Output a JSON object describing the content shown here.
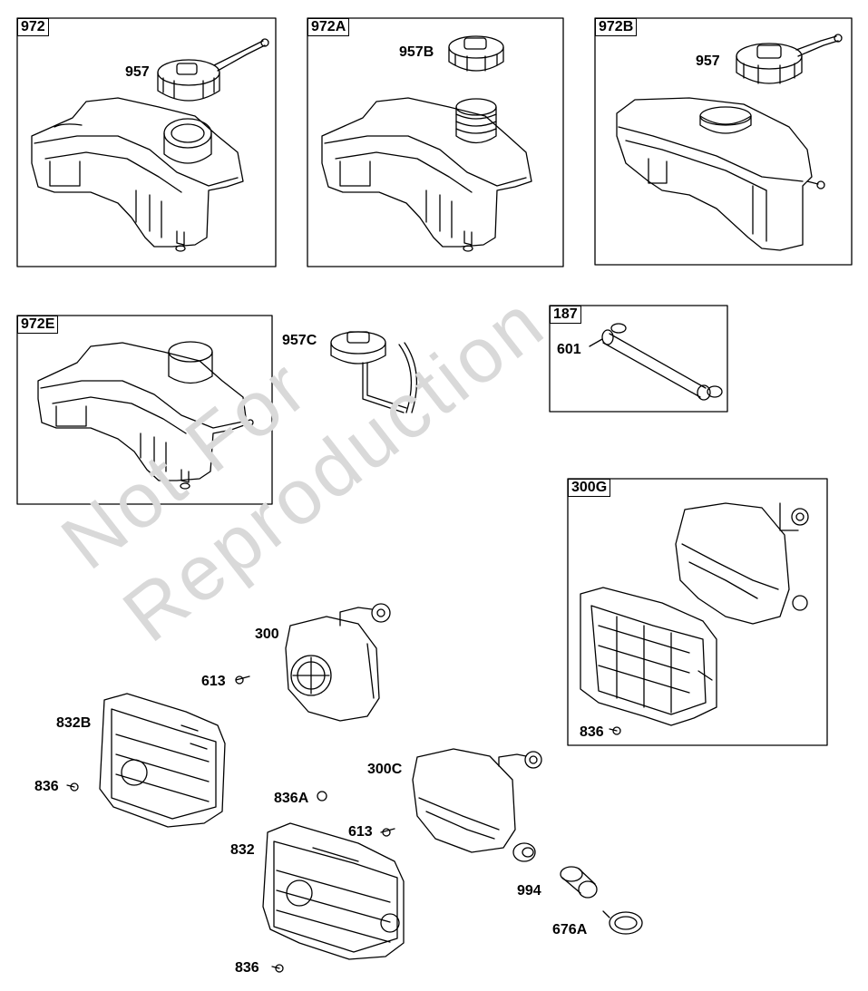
{
  "watermark": [
    "Not For",
    "Reproduction"
  ],
  "box_tags": [
    "972",
    "972A",
    "972B",
    "972E",
    "187",
    "300G"
  ],
  "part_labels": {
    "p957_a": "957",
    "p957b": "957B",
    "p957_b": "957",
    "p957c": "957C",
    "p601": "601",
    "p300": "300",
    "p613_a": "613",
    "p832b": "832B",
    "p836_a": "836",
    "p836_b": "836",
    "p300c": "300C",
    "p836a": "836A",
    "p613_b": "613",
    "p832": "832",
    "p994": "994",
    "p676a": "676A",
    "p836_c": "836"
  }
}
